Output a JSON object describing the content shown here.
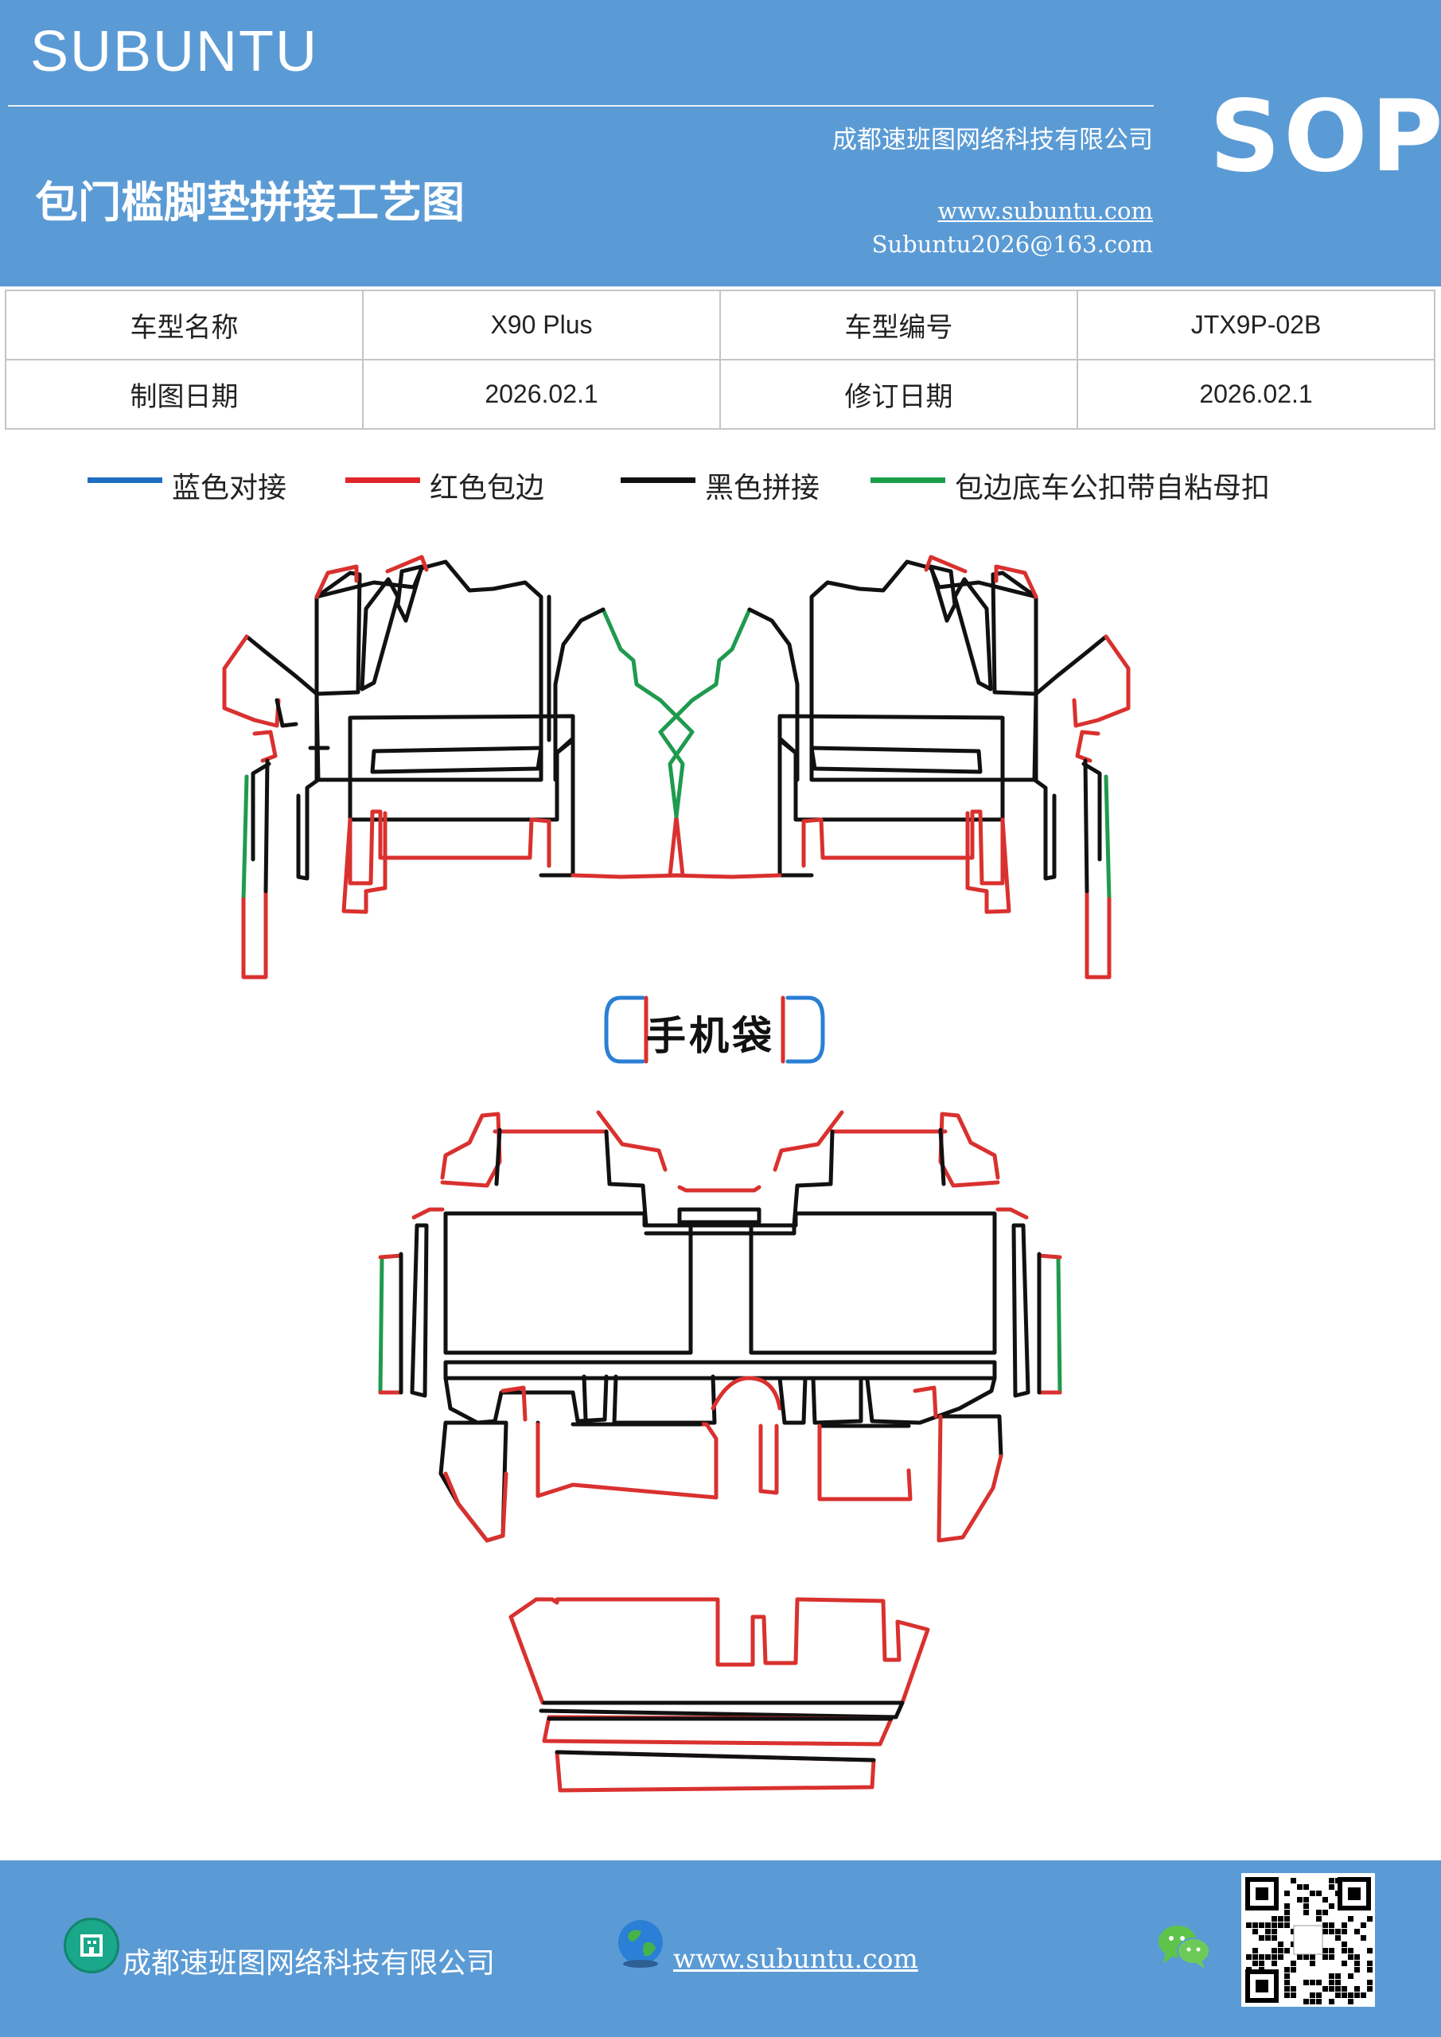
{
  "header": {
    "brand": "SUBUNTU",
    "title": "包门槛脚垫拼接工艺图",
    "company": "成都速班图网络科技有限公司",
    "website": "www.subuntu.com",
    "email": "Subuntu2026@163.com",
    "badge": "SOP"
  },
  "info": {
    "model_name_label": "车型名称",
    "model_name": "X90  Plus",
    "model_code_label": "车型编号",
    "model_code": "JTX9P-02B",
    "draw_date_label": "制图日期",
    "draw_date": "2026.02.1",
    "revise_date_label": "修订日期",
    "revise_date": "2026.02.1"
  },
  "legend": [
    {
      "label": "蓝色对接",
      "color": "#1f6fc0"
    },
    {
      "label": "红色包边",
      "color": "#e0262b"
    },
    {
      "label": "黑色拼接",
      "color": "#111111"
    },
    {
      "label": "包边底车公扣带自粘母扣",
      "color": "#1aa04a"
    }
  ],
  "drawing": {
    "phone_pocket_label": "手机袋",
    "colors": {
      "edge": "#d9312f",
      "seam": "#111111",
      "blue": "#2a7fd4",
      "green": "#1f9a4f"
    }
  },
  "footer": {
    "company": "成都速班图网络科技有限公司",
    "website": "www.subuntu.com"
  }
}
